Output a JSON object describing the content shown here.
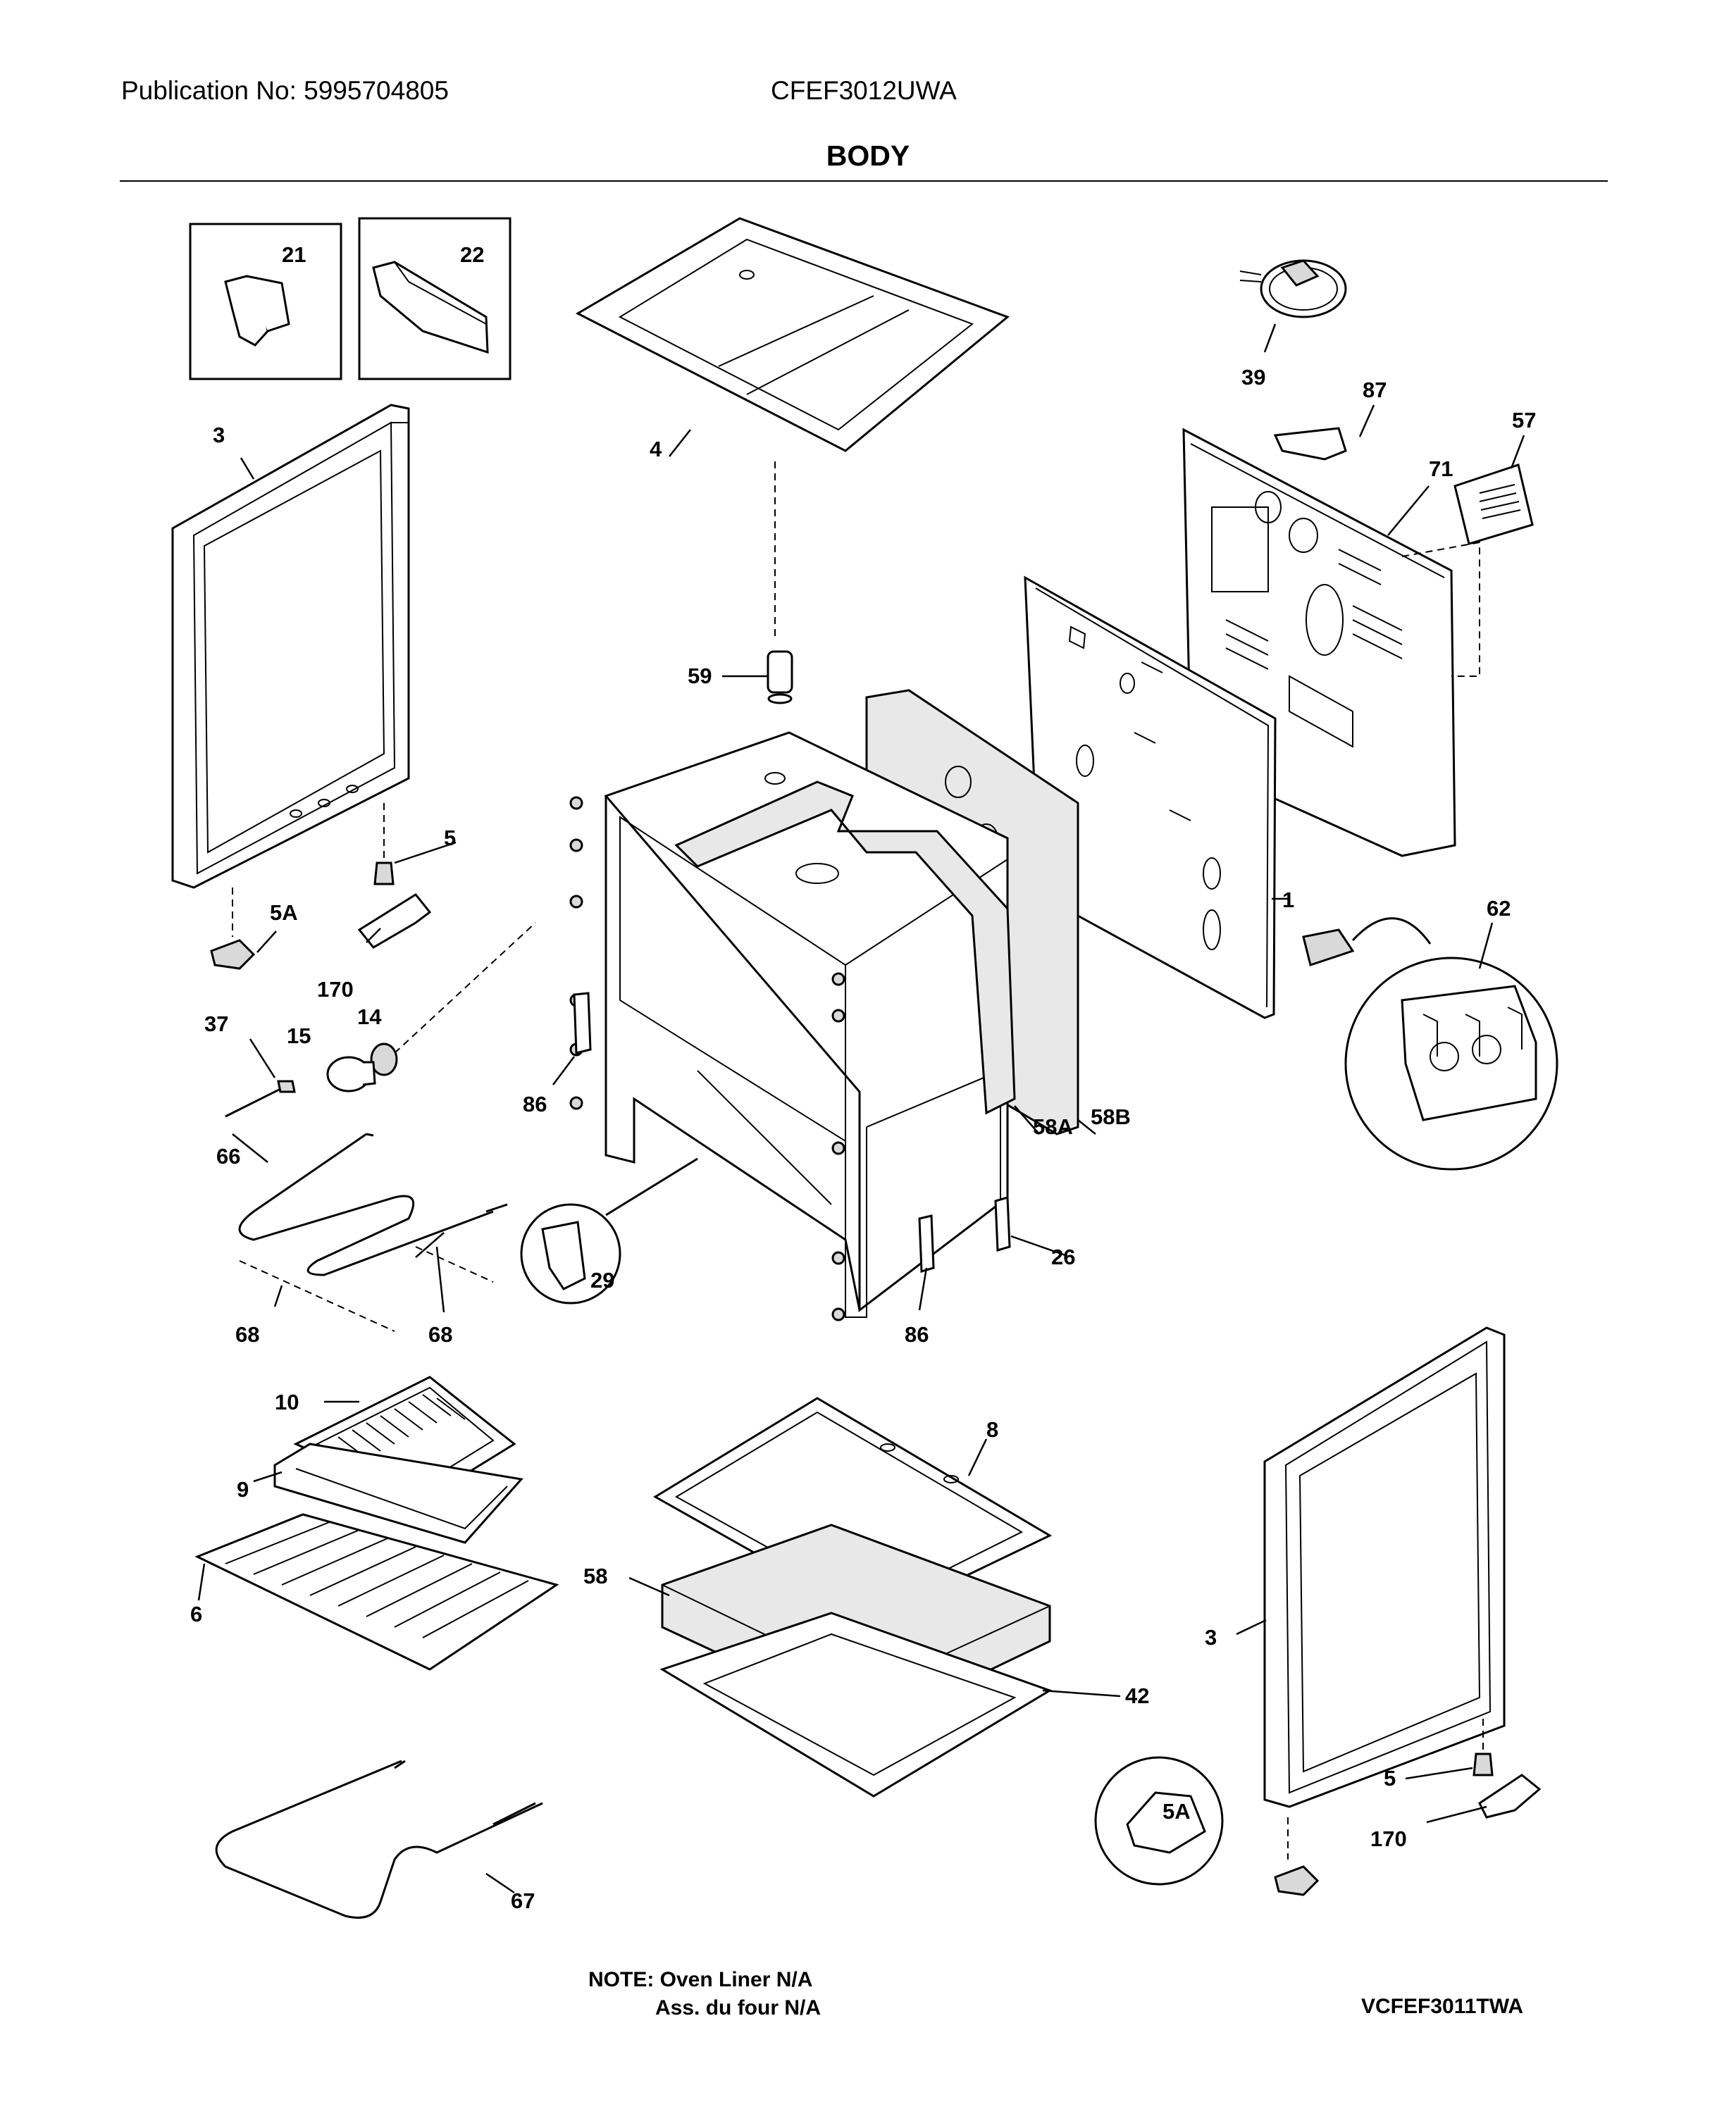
{
  "header": {
    "publication": "Publication No: 5995704805",
    "model": "CFEF3012UWA",
    "section": "BODY"
  },
  "callouts": [
    "21",
    "22",
    "3",
    "4",
    "39",
    "87",
    "57",
    "71",
    "59",
    "5",
    "5A",
    "170",
    "14",
    "15",
    "37",
    "1",
    "62",
    "86",
    "58A",
    "58B",
    "66",
    "29",
    "26",
    "68",
    "10",
    "8",
    "9",
    "6",
    "58",
    "42",
    "5A",
    "5",
    "3",
    "170",
    "67"
  ],
  "footer": {
    "note_line1": "NOTE: Oven Liner N/A",
    "note_line2": "Ass. du four N/A",
    "reference": "VCFEF3011TWA"
  }
}
